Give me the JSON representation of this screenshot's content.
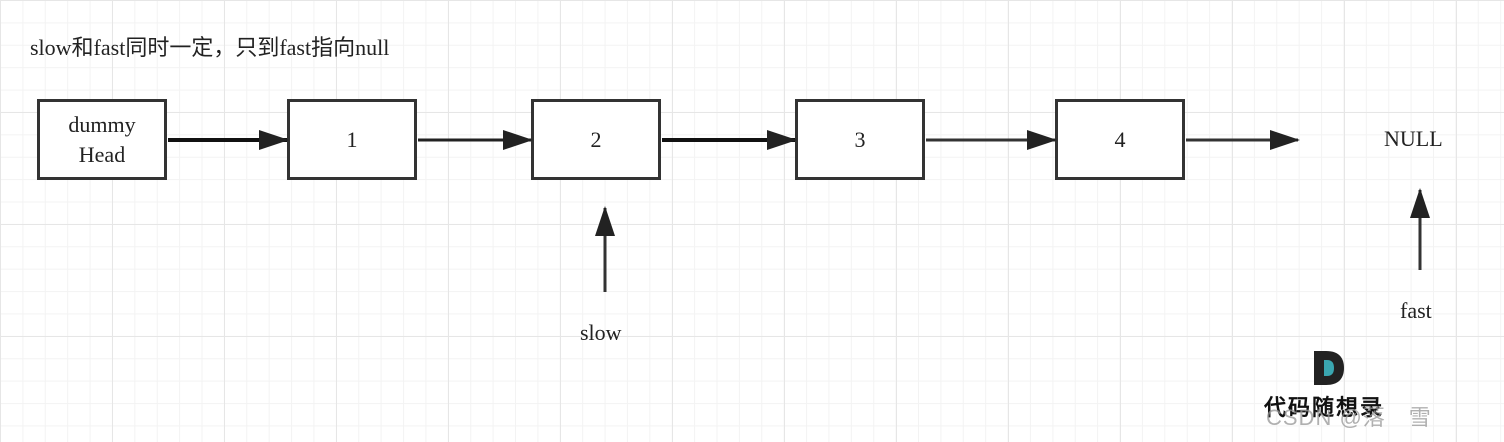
{
  "caption": "slow和fast同时一定，只到fast指向null",
  "nodes": [
    {
      "id": "dummy",
      "label": "dummy\nHead"
    },
    {
      "id": "n1",
      "label": "1"
    },
    {
      "id": "n2",
      "label": "2"
    },
    {
      "id": "n3",
      "label": "3"
    },
    {
      "id": "n4",
      "label": "4"
    }
  ],
  "null_label": "NULL",
  "pointers": {
    "slow": "slow",
    "fast": "fast"
  },
  "logo": {
    "text": "代码随想录",
    "colors": {
      "dark": "#222222",
      "accent": "#3aa6b0"
    }
  },
  "watermark": "CSDN @落　雪"
}
